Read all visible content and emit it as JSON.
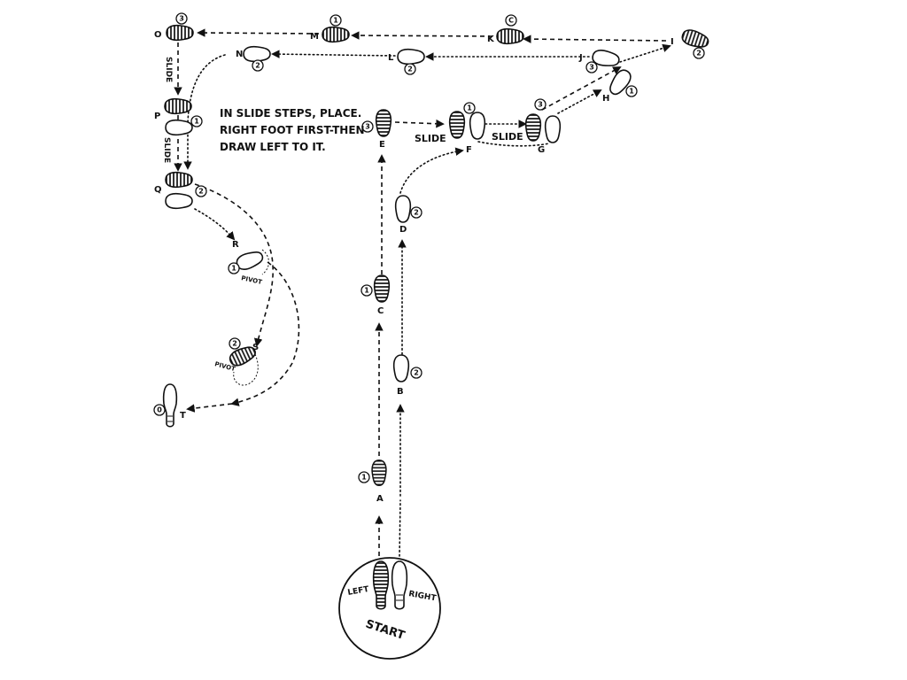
{
  "diagram": {
    "note_lines": [
      "IN SLIDE STEPS, PLACE.",
      "RIGHT FOOT FIRST-THEN",
      "DRAW LEFT TO IT."
    ],
    "start_label": "START",
    "left_label": "LEFT",
    "right_label": "RIGHT",
    "slide_labels": [
      "SLIDE",
      "SLIDE",
      "SLIDE",
      "SLIDE"
    ],
    "pivot_labels": [
      "PIVOT",
      "PIVOT"
    ],
    "steps": [
      {
        "id": "A",
        "foot": "left",
        "count": "1"
      },
      {
        "id": "B",
        "foot": "right",
        "count": "2"
      },
      {
        "id": "C",
        "foot": "left",
        "count": "1"
      },
      {
        "id": "D",
        "foot": "right",
        "count": "2"
      },
      {
        "id": "E",
        "foot": "left",
        "count": "3"
      },
      {
        "id": "F",
        "foot": "right",
        "count": "1"
      },
      {
        "id": "G",
        "foot": "right",
        "count": "3"
      },
      {
        "id": "H",
        "foot": "right",
        "count": "1"
      },
      {
        "id": "I",
        "foot": "left",
        "count": "2"
      },
      {
        "id": "J",
        "foot": "right",
        "count": "3"
      },
      {
        "id": "K",
        "foot": "left",
        "count": "C"
      },
      {
        "id": "L",
        "foot": "right",
        "count": "2"
      },
      {
        "id": "M",
        "foot": "left",
        "count": "1"
      },
      {
        "id": "N",
        "foot": "right",
        "count": "2"
      },
      {
        "id": "O",
        "foot": "left",
        "count": "3"
      },
      {
        "id": "P",
        "foot": "right",
        "count": "1"
      },
      {
        "id": "Q",
        "foot": "left",
        "count": "2"
      },
      {
        "id": "R",
        "foot": "right",
        "count": "1"
      },
      {
        "id": "S",
        "foot": "left",
        "count": "2"
      },
      {
        "id": "T",
        "foot": "right",
        "count": "0"
      }
    ]
  }
}
